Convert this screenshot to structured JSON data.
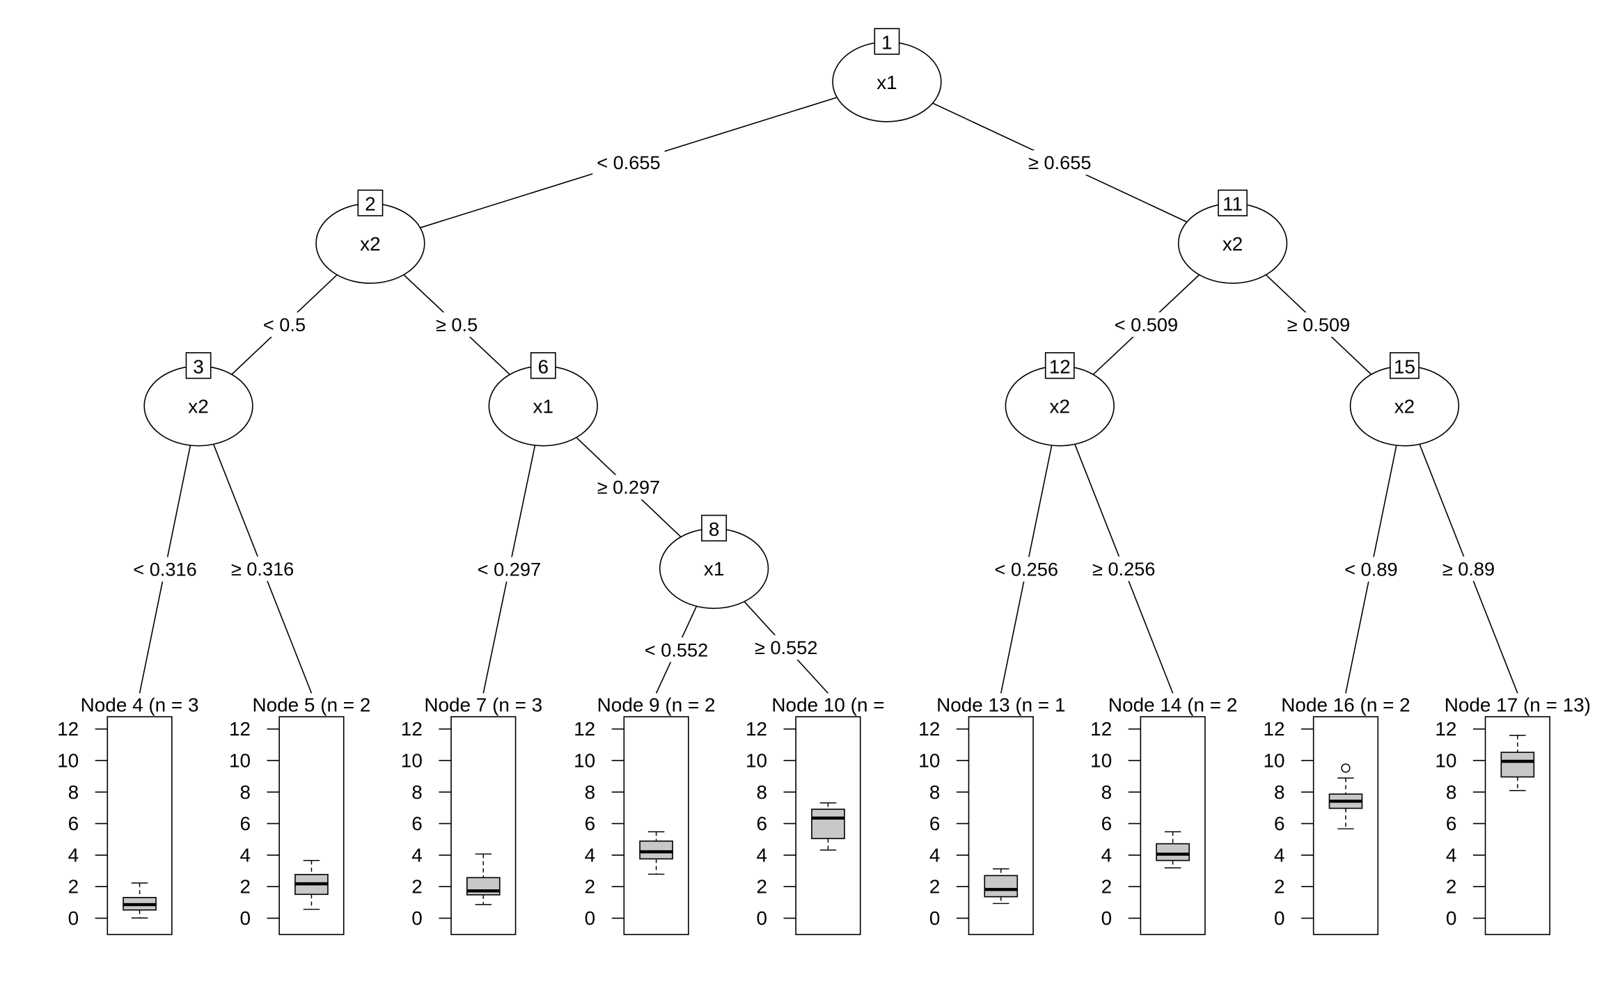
{
  "chart_data": {
    "type": "decision-tree-boxplot",
    "title": "",
    "inner_nodes": [
      {
        "id": "1",
        "variable": "x1",
        "left": "2",
        "right": "11",
        "left_label": "< 0.655",
        "right_label": "≥ 0.655"
      },
      {
        "id": "2",
        "variable": "x2",
        "left": "3",
        "right": "6",
        "left_label": "< 0.5",
        "right_label": "≥ 0.5"
      },
      {
        "id": "3",
        "variable": "x2",
        "left": "4",
        "right": "5",
        "left_label": "< 0.316",
        "right_label": "≥ 0.316"
      },
      {
        "id": "6",
        "variable": "x1",
        "left": "7",
        "right": "8",
        "left_label": "< 0.297",
        "right_label": "≥ 0.297"
      },
      {
        "id": "8",
        "variable": "x1",
        "left": "9",
        "right": "10",
        "left_label": "< 0.552",
        "right_label": "≥ 0.552"
      },
      {
        "id": "11",
        "variable": "x2",
        "left": "12",
        "right": "15",
        "left_label": "< 0.509",
        "right_label": "≥ 0.509"
      },
      {
        "id": "12",
        "variable": "x2",
        "left": "13",
        "right": "14",
        "left_label": "< 0.256",
        "right_label": "≥ 0.256"
      },
      {
        "id": "15",
        "variable": "x2",
        "left": "16",
        "right": "17",
        "left_label": "< 0.89",
        "right_label": "≥ 0.89"
      }
    ],
    "leaves": [
      {
        "id": "4",
        "title": "Node 4 (n = 3",
        "lower": 0.01,
        "q1": 0.52,
        "median": 0.86,
        "q3": 1.31,
        "upper": 2.23,
        "outliers": []
      },
      {
        "id": "5",
        "title": "Node 5 (n = 2",
        "lower": 0.56,
        "q1": 1.51,
        "median": 2.18,
        "q3": 2.77,
        "upper": 3.66,
        "outliers": []
      },
      {
        "id": "7",
        "title": "Node 7 (n = 3",
        "lower": 0.86,
        "q1": 1.48,
        "median": 1.73,
        "q3": 2.57,
        "upper": 4.07,
        "outliers": []
      },
      {
        "id": "9",
        "title": "Node 9 (n = 2",
        "lower": 2.79,
        "q1": 3.76,
        "median": 4.21,
        "q3": 4.89,
        "upper": 5.48,
        "outliers": []
      },
      {
        "id": "10",
        "title": "Node 10 (n =",
        "lower": 4.32,
        "q1": 5.05,
        "median": 6.35,
        "q3": 6.91,
        "upper": 7.31,
        "outliers": []
      },
      {
        "id": "13",
        "title": "Node 13 (n = 1",
        "lower": 0.93,
        "q1": 1.36,
        "median": 1.82,
        "q3": 2.7,
        "upper": 3.13,
        "outliers": []
      },
      {
        "id": "14",
        "title": "Node 14 (n = 2",
        "lower": 3.19,
        "q1": 3.66,
        "median": 4.06,
        "q3": 4.72,
        "upper": 5.48,
        "outliers": []
      },
      {
        "id": "16",
        "title": "Node 16 (n = 2",
        "lower": 5.67,
        "q1": 6.97,
        "median": 7.42,
        "q3": 7.87,
        "upper": 8.89,
        "outliers": [
          9.52
        ]
      },
      {
        "id": "17",
        "title": "Node 17 (n = 13)",
        "lower": 8.09,
        "q1": 8.96,
        "median": 9.95,
        "q3": 10.52,
        "upper": 11.6,
        "outliers": []
      }
    ],
    "y_ticks": [
      "0",
      "2",
      "4",
      "6",
      "8",
      "10",
      "12"
    ],
    "ylim": [
      0,
      12
    ],
    "grid": false
  }
}
